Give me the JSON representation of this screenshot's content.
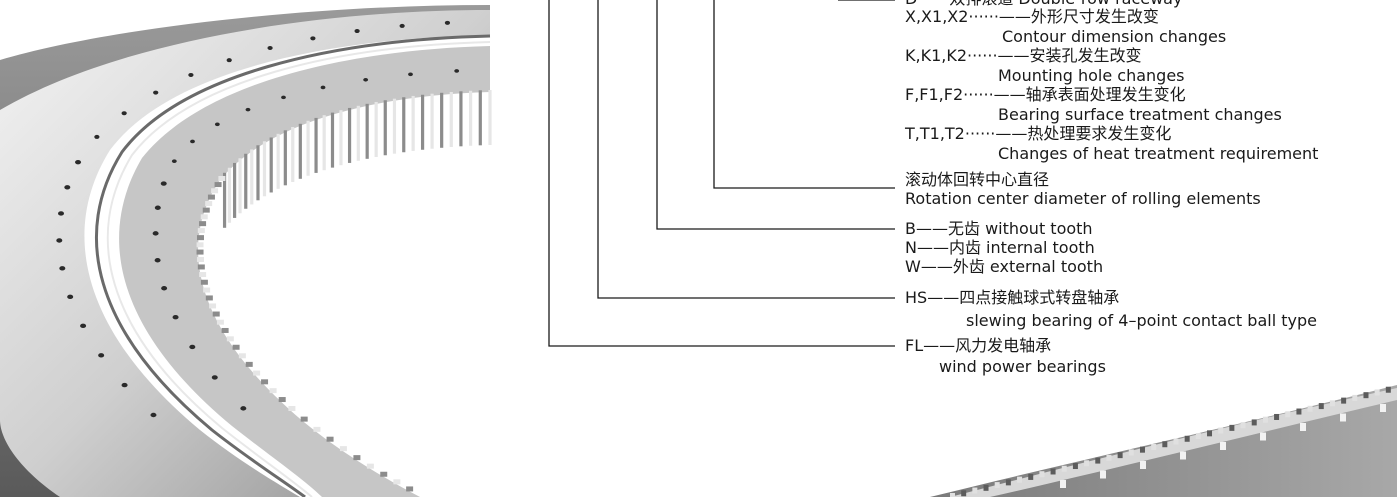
{
  "labels": {
    "d_line": "D——双排滚道 Double-row raceway",
    "x_code": "X,X1,X2······——外形尺寸发生改变",
    "x_en": "Contour dimension changes",
    "k_code": "K,K1,K2······——安装孔发生改变",
    "k_en": "Mounting hole changes",
    "f_code": "F,F1,F2······——轴承表面处理发生变化",
    "f_en": "Bearing surface treatment changes",
    "t_code": "T,T1,T2······——热处理要求发生变化",
    "t_en": "Changes of heat treatment requirement",
    "rot_cn": "滚动体回转中心直径",
    "rot_en": "Rotation center diameter of rolling elements",
    "b_line": "B——无齿 without tooth",
    "n_line": "N——内齿 internal tooth",
    "w_line": "W——外齿 external tooth",
    "hs_cn": "HS——四点接触球式转盘轴承",
    "hs_en": "slewing bearing of 4–point contact ball type",
    "fl_cn": "FL——风力发电轴承",
    "fl_en": "wind power bearings"
  }
}
